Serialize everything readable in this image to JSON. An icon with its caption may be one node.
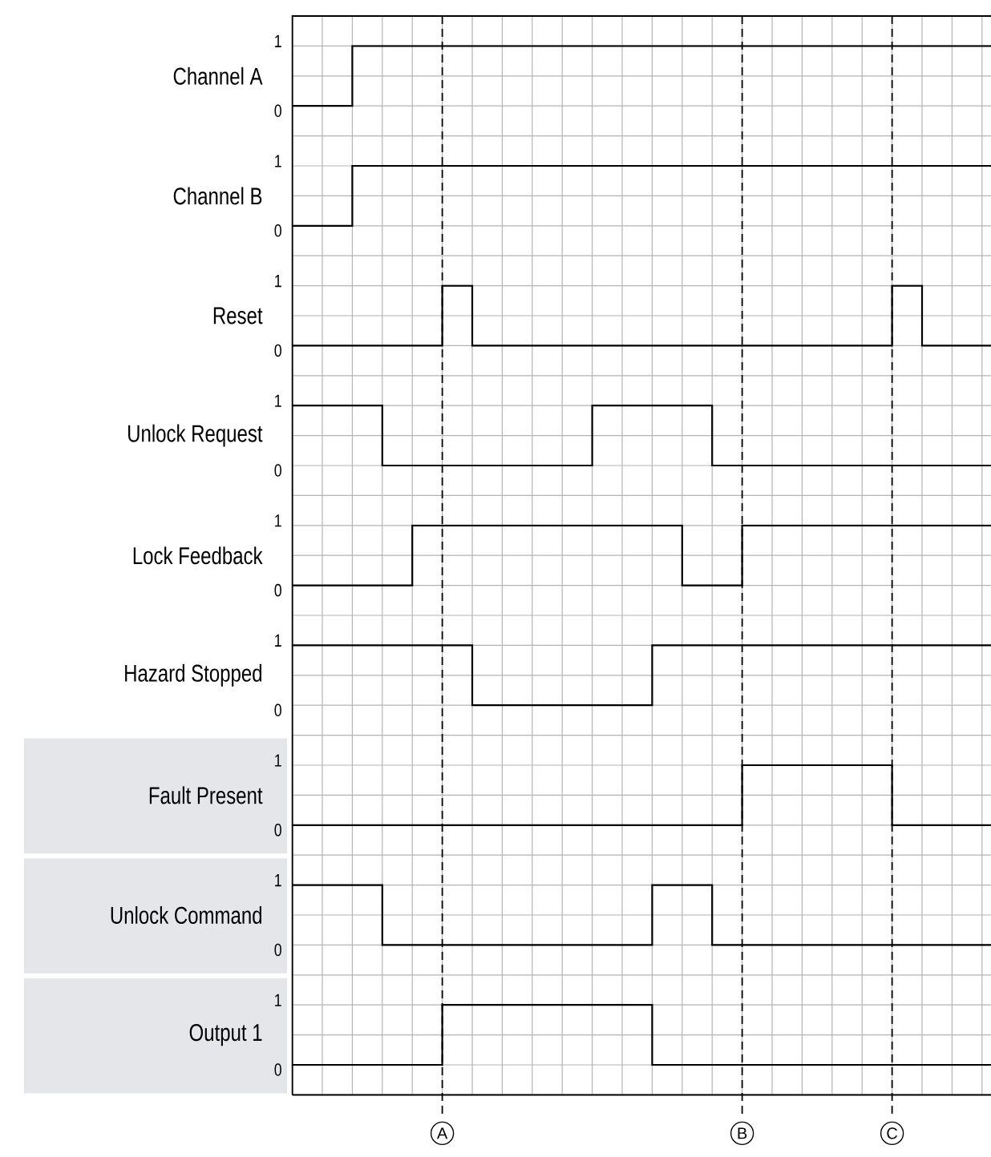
{
  "diagram": {
    "labels": [
      "1",
      "Channel A",
      "0",
      "1",
      "Channel B",
      "0",
      "1",
      "Reset",
      "0",
      "1",
      "Unlock Request",
      "0",
      "1",
      "Lock Feedback",
      "0",
      "1",
      "Hazard Stopped",
      "0",
      "1",
      "Fault Present",
      "0",
      "1",
      "Unlock Command",
      "0",
      "1",
      "Output 1",
      "0",
      "A",
      "B",
      "C"
    ]
  }
}
